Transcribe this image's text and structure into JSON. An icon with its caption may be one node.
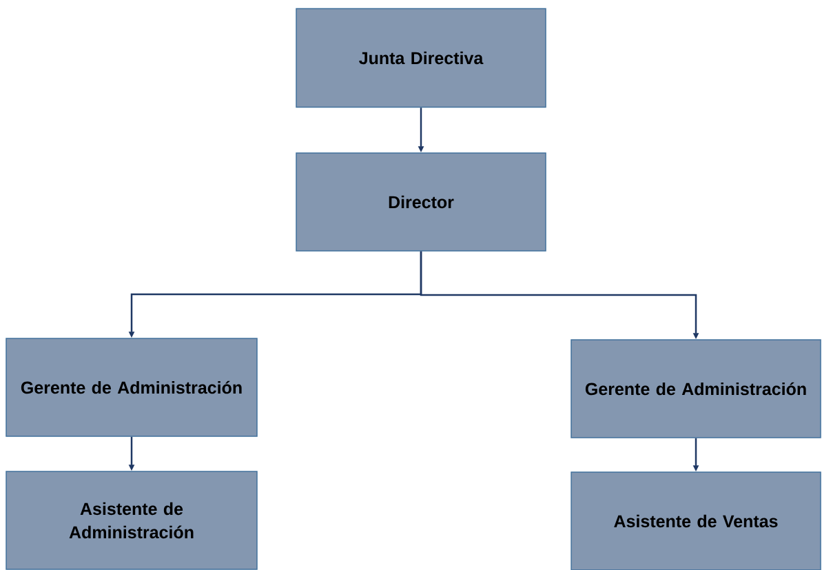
{
  "diagram": {
    "nodes": [
      {
        "text": [
          "Junta Directiva"
        ]
      },
      {
        "text": [
          "Director"
        ]
      },
      {
        "text": [
          "Gerente de Administración"
        ]
      },
      {
        "text": [
          "Gerente de Administración"
        ]
      },
      {
        "text": [
          "Asistente de Administración"
        ]
      },
      {
        "text": [
          "Asistente de Ventas"
        ]
      }
    ],
    "edges": [
      {
        "from": 0,
        "to": 1,
        "arrow": "to"
      },
      {
        "from": 1,
        "to": 2,
        "arrow": "to"
      },
      {
        "from": 1,
        "to": 3,
        "arrow": "to"
      },
      {
        "from": 2,
        "to": 4,
        "arrow": "to"
      },
      {
        "from": 3,
        "to": 5,
        "arrow": "to"
      }
    ]
  }
}
